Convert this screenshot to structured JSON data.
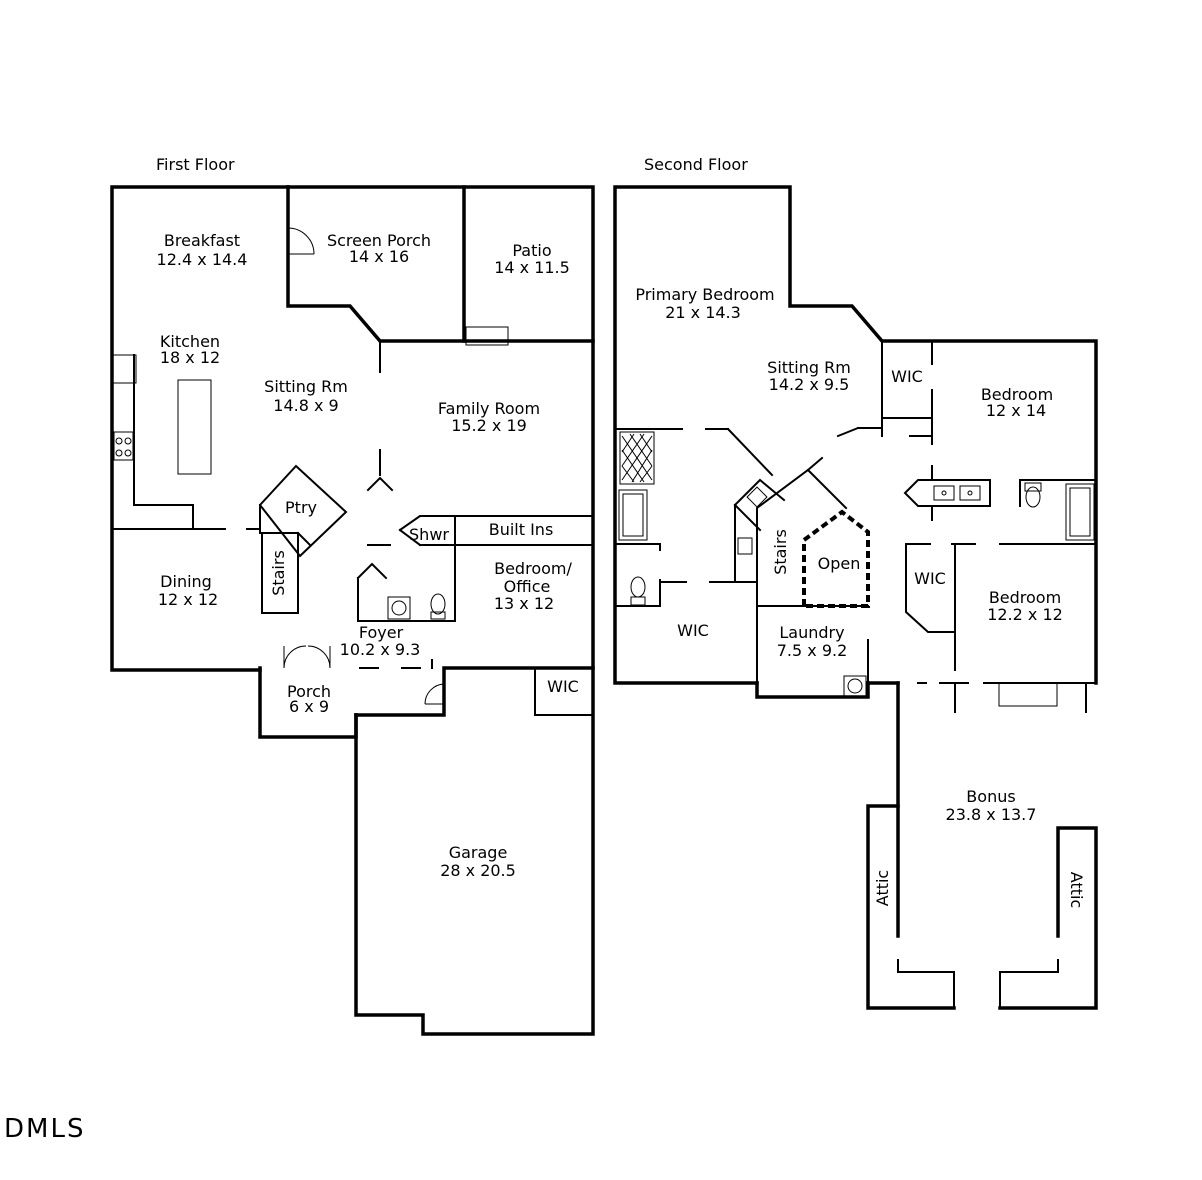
{
  "floors": {
    "first": {
      "title": "First Floor",
      "rooms": {
        "breakfast": {
          "name": "Breakfast",
          "dim": "12.4 x 14.4"
        },
        "screen_porch": {
          "name": "Screen Porch",
          "dim": "14 x 16"
        },
        "patio": {
          "name": "Patio",
          "dim": "14 x 11.5"
        },
        "kitchen": {
          "name": "Kitchen",
          "dim": "18 x 12"
        },
        "sitting": {
          "name": "Sitting Rm",
          "dim": "14.8 x 9"
        },
        "family": {
          "name": "Family Room",
          "dim": "15.2 x 19"
        },
        "pantry": {
          "name": "Ptry"
        },
        "stairs": {
          "name": "Stairs"
        },
        "shower": {
          "name": "Shwr"
        },
        "built_ins": {
          "name": "Built Ins"
        },
        "dining": {
          "name": "Dining",
          "dim": "12 x 12"
        },
        "bedroom_office": {
          "name": "Bedroom/",
          "name2": "Office",
          "dim": "13 x 12"
        },
        "foyer": {
          "name": "Foyer",
          "dim": "10.2 x 9.3"
        },
        "porch": {
          "name": "Porch",
          "dim": "6 x 9"
        },
        "wic": {
          "name": "WIC"
        },
        "garage": {
          "name": "Garage",
          "dim": "28 x 20.5"
        }
      }
    },
    "second": {
      "title": "Second Floor",
      "rooms": {
        "primary": {
          "name": "Primary Bedroom",
          "dim": "21 x 14.3"
        },
        "sitting": {
          "name": "Sitting Rm",
          "dim": "14.2 x 9.5"
        },
        "wic_top": {
          "name": "WIC"
        },
        "bedroom1": {
          "name": "Bedroom",
          "dim": "12 x 14"
        },
        "stairs": {
          "name": "Stairs"
        },
        "open": {
          "name": "Open"
        },
        "wic_mid": {
          "name": "WIC"
        },
        "bedroom2": {
          "name": "Bedroom",
          "dim": "12.2 x 12"
        },
        "wic_primary": {
          "name": "WIC"
        },
        "laundry": {
          "name": "Laundry",
          "dim": "7.5 x 9.2"
        },
        "bonus": {
          "name": "Bonus",
          "dim": "23.8 x 13.7"
        },
        "attic_left": {
          "name": "Attic"
        },
        "attic_right": {
          "name": "Attic"
        }
      }
    }
  },
  "watermark": "DMLS"
}
